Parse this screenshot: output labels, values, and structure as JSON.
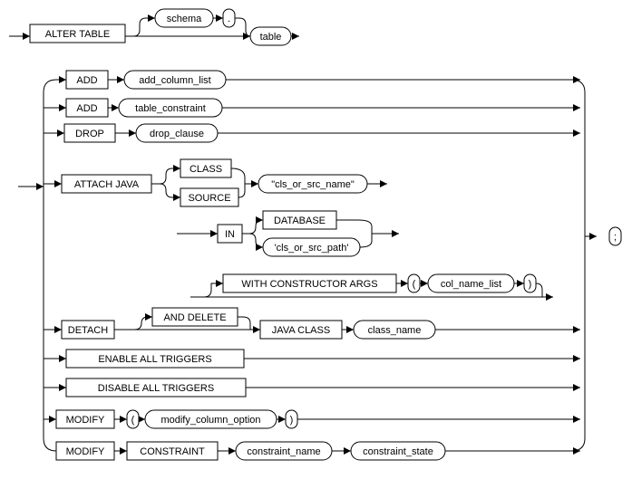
{
  "keywords": {
    "alter_table": "ALTER TABLE",
    "add": "ADD",
    "drop": "DROP",
    "attach_java": "ATTACH JAVA",
    "class": "CLASS",
    "source": "SOURCE",
    "in": "IN",
    "database": "DATABASE",
    "with_constructor_args": "WITH CONSTRUCTOR ARGS",
    "detach": "DETACH",
    "and_delete": "AND DELETE",
    "java_class": "JAVA CLASS",
    "enable_all_triggers": "ENABLE ALL TRIGGERS",
    "disable_all_triggers": "DISABLE ALL TRIGGERS",
    "modify": "MODIFY",
    "constraint": "CONSTRAINT"
  },
  "terms": {
    "schema": "schema",
    "table": "table",
    "add_column_list": "add_column_list",
    "table_constraint": "table_constraint",
    "drop_clause": "drop_clause",
    "cls_or_src_name": "\"cls_or_src_name\"",
    "cls_or_src_path": "'cls_or_src_path'",
    "col_name_list": "col_name_list",
    "class_name": "class_name",
    "modify_column_option": "modify_column_option",
    "constraint_name": "constraint_name",
    "constraint_state": "constraint_state"
  },
  "punct": {
    "dot": ".",
    "lparen": "(",
    "rparen": ")",
    "semicolon": ";"
  }
}
